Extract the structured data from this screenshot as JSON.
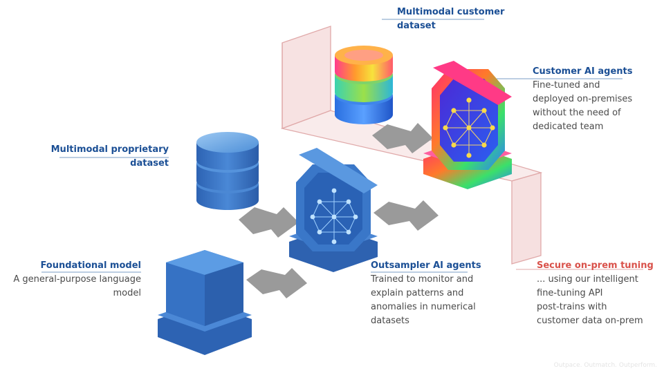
{
  "labels": {
    "customer_dataset": {
      "title": "Multimodal customer\ndataset"
    },
    "customer_agents": {
      "title": "Customer AI agents",
      "desc": "Fine-tuned and\ndeployed on-premises\nwithout the need of\ndedicated team"
    },
    "proprietary_dataset": {
      "title": "Multimodal proprietary\ndataset"
    },
    "foundational_model": {
      "title": "Foundational model",
      "desc": "A general-purpose language\nmodel"
    },
    "outsampler_agents": {
      "title": "Outsampler AI agents",
      "desc": "Trained to monitor and\nexplain patterns and\nanomalies in numerical\ndatasets"
    },
    "secure_tuning": {
      "title": "Secure on-prem tuning",
      "desc": "... using our intelligent\nfine-tuning API\npost-trains with\ncustomer data on-prem"
    }
  },
  "tagline": "Outpace. Outmatch. Outperform.",
  "colors": {
    "title_blue": "#1b4f95",
    "title_red": "#d9514a",
    "body_text": "#4a4a4a",
    "object_blue": "#3f7fd0",
    "arrow_grey": "#9a9a9a",
    "zone_fill": "#f3d6d6",
    "zone_edge": "#e0a9a9"
  }
}
